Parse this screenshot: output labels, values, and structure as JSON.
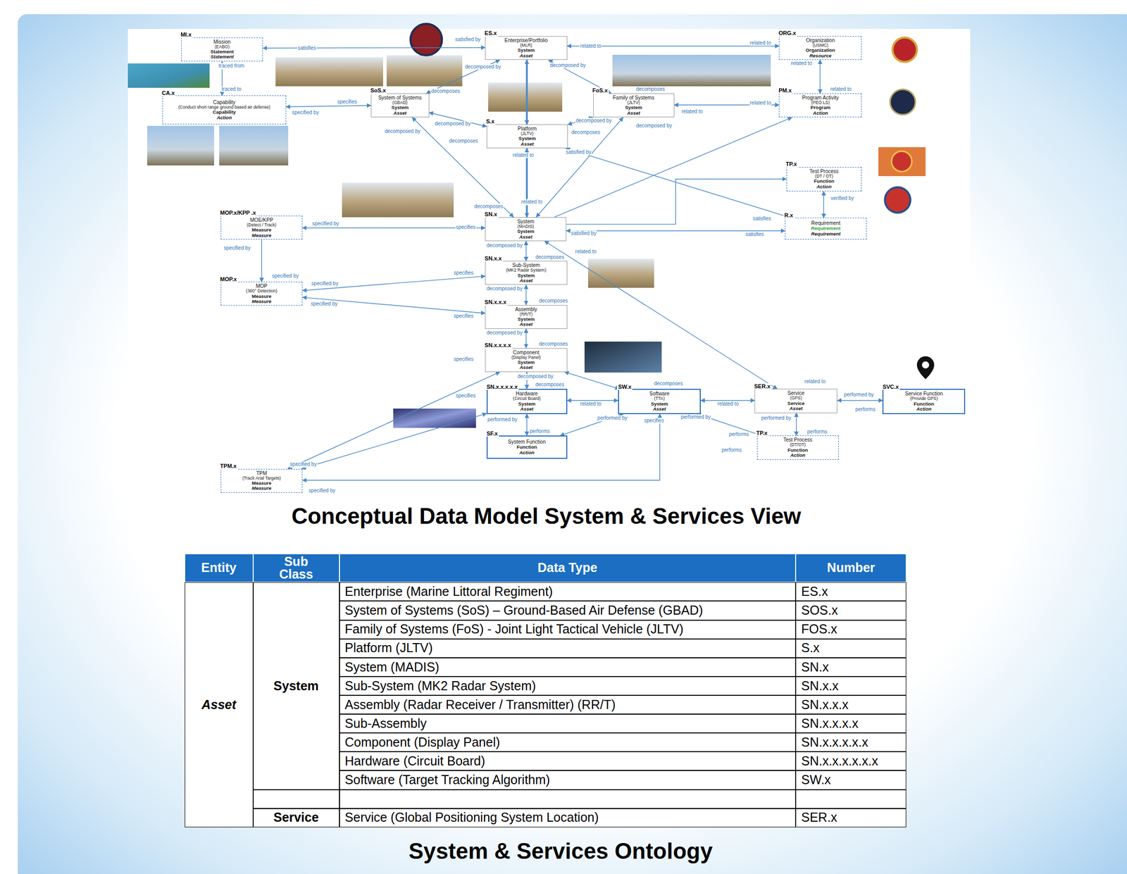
{
  "diagram": {
    "title": "Conceptual Data Model System & Services View",
    "caption": "System & Services Ontology",
    "nodes": [
      {
        "text": [
          "MI.x",
          "Mission",
          "(EABO)",
          "Statement",
          "Statement"
        ]
      },
      {
        "text": [
          "ES.x",
          "Enterprise/Portfolio",
          "(MLR)",
          "System",
          "Asset"
        ]
      },
      {
        "text": [
          "ORG.x",
          "Organization",
          "(USMC)",
          "Organization",
          "Resource"
        ]
      },
      {
        "text": [
          "CA.x",
          "Capability",
          "(Conduct short range ground based air defense)",
          "Capability",
          "Action"
        ]
      },
      {
        "text": [
          "SoS.x",
          "System of Systems",
          "(GBAD)",
          "System",
          "Asset"
        ]
      },
      {
        "text": [
          "FoS.x",
          "Family of Systems",
          "(JLTV)",
          "System",
          "Asset"
        ]
      },
      {
        "text": [
          "PM.x",
          "Program Activity",
          "(PEO LS)",
          "Program",
          "Action"
        ]
      },
      {
        "text": [
          "S.x",
          "Platform",
          "(JLTV)",
          "System",
          "Asset"
        ]
      },
      {
        "text": [
          "TP.x",
          "Test Process",
          "(DT / OT)",
          "Function",
          "Action"
        ]
      },
      {
        "text": [
          "MOP.x/KPP .x",
          "MOE/KPP",
          "(Detect / Track)",
          "Measure",
          "Measure"
        ]
      },
      {
        "text": [
          "SN.x",
          "System",
          "(MADIS)",
          "System",
          "Asset"
        ]
      },
      {
        "text": [
          "R.x",
          "Requirement",
          "Requirement",
          "Requirement"
        ]
      },
      {
        "text": [
          "SN.x.x",
          "Sub-System",
          "(MK2 Radar System)",
          "System",
          "Asset"
        ]
      },
      {
        "text": [
          "MOP.x",
          "MOP",
          "(360° Detection)",
          "Measure",
          "Measure"
        ]
      },
      {
        "text": [
          "SN.x.x.x",
          "Assembly",
          "(RR/T)",
          "System",
          "Asset"
        ]
      },
      {
        "text": [
          "SN.x.x.x.x",
          "Component",
          "(Display Panel)",
          "System",
          "Asset"
        ]
      },
      {
        "text": [
          "SN.x.x.x.x.x",
          "Hardware",
          "(Circuit Board)",
          "System",
          "Asset"
        ]
      },
      {
        "text": [
          "SW.x",
          "Software",
          "(TTA)",
          "System",
          "Asset"
        ]
      },
      {
        "text": [
          "SER.x",
          "Service",
          "(GPS)",
          "Service",
          "Asset"
        ]
      },
      {
        "text": [
          "SVC.x",
          "Service Function",
          "(Provide GPS)",
          "Function",
          "Action"
        ]
      },
      {
        "text": [
          "SF.x",
          "System Function",
          "Function",
          "Action"
        ]
      },
      {
        "text": [
          "TP.x",
          "Test Process",
          "(DT/OT)",
          "Function",
          "Action"
        ]
      },
      {
        "text": [
          "TPM.x",
          "TPM",
          "(Track Arial Targets)",
          "Measure",
          "Measure"
        ]
      }
    ],
    "edges": [
      {
        "from": 1,
        "to": 0,
        "arrow": "both",
        "label": "satisfies"
      },
      {
        "from": 1,
        "to": 2,
        "arrow": "both",
        "label": "related to"
      },
      {
        "from": 0,
        "to": 3,
        "arrow": "both",
        "label": "traced from"
      },
      {
        "from": 4,
        "to": 3,
        "arrow": "both",
        "label": "specifies"
      },
      {
        "from": 1,
        "to": 4,
        "arrow": "both",
        "label": "decomposed by"
      },
      {
        "from": 1,
        "to": 5,
        "arrow": "both",
        "label": "decomposed by"
      },
      {
        "from": 1,
        "to": 7,
        "arrow": "both"
      },
      {
        "from": 2,
        "to": 6,
        "arrow": "both",
        "label": "related to"
      },
      {
        "from": 5,
        "to": 6,
        "arrow": "both",
        "label": "related to"
      },
      {
        "from": 4,
        "to": 7,
        "arrow": "both",
        "label": "decomposed by"
      },
      {
        "from": 5,
        "to": 7,
        "arrow": "both",
        "label": "decomposed by"
      },
      {
        "from": 7,
        "to": 10,
        "arrow": "both",
        "label": "related to"
      },
      {
        "from": 4,
        "to": 10,
        "arrow": "both",
        "label": "decomposes"
      },
      {
        "from": 5,
        "to": 10,
        "arrow": "both",
        "label": "decomposed by"
      },
      {
        "from": 10,
        "to": 6,
        "arrow": "to"
      },
      {
        "from": 10,
        "to": 8,
        "arrow": "to"
      },
      {
        "from": 8,
        "to": 11,
        "arrow": "both",
        "label": "verified by"
      },
      {
        "from": 10,
        "to": 11,
        "arrow": "both",
        "label": "satisfied by"
      },
      {
        "from": 7,
        "to": 11,
        "arrow": "both",
        "label": "satisfied by"
      },
      {
        "from": 10,
        "to": 9,
        "arrow": "both",
        "label": "specifies"
      },
      {
        "from": 9,
        "to": 13,
        "arrow": "to",
        "label": "specified by"
      },
      {
        "from": 10,
        "to": 12,
        "arrow": "both",
        "label": "decomposed by"
      },
      {
        "from": 12,
        "to": 13,
        "arrow": "both",
        "label": "specifies"
      },
      {
        "from": 12,
        "to": 14,
        "arrow": "both",
        "label": "decomposed by"
      },
      {
        "from": 14,
        "to": 13,
        "arrow": "both",
        "label": "specifies"
      },
      {
        "from": 14,
        "to": 15,
        "arrow": "both",
        "label": "decomposed by"
      },
      {
        "from": 15,
        "to": 16,
        "arrow": "both",
        "label": "decomposed by"
      },
      {
        "from": 15,
        "to": 17,
        "arrow": "both",
        "label": "decomposes"
      },
      {
        "from": 16,
        "to": 17,
        "arrow": "both",
        "label": "related to"
      },
      {
        "from": 17,
        "to": 18,
        "arrow": "both",
        "label": "related to"
      },
      {
        "from": 18,
        "to": 19,
        "arrow": "both",
        "label": "performed by"
      },
      {
        "from": 18,
        "to": 10,
        "arrow": "both",
        "label": "related to"
      },
      {
        "from": 16,
        "to": 20,
        "arrow": "both",
        "label": "performed by"
      },
      {
        "from": 17,
        "to": 20,
        "arrow": "both",
        "label": "performed by"
      },
      {
        "from": 17,
        "to": 21,
        "arrow": "both",
        "label": "performed by"
      },
      {
        "from": 18,
        "to": 21,
        "arrow": "both",
        "label": "performed by"
      },
      {
        "from": 22,
        "to": 16,
        "arrow": "both",
        "label": "specifies"
      },
      {
        "from": 22,
        "to": 15,
        "arrow": "both",
        "label": "specifies"
      },
      {
        "from": 22,
        "to": 17,
        "arrow": "both",
        "label": "specified by"
      }
    ],
    "labels": [
      "satisfied by",
      "related to",
      "traced to",
      "specified by",
      "decomposes",
      "decomposes",
      "related to",
      "related to",
      "decomposes",
      "decomposes",
      "related to",
      "decomposed by",
      "satisfies",
      "satisfies",
      "specified by",
      "specified by",
      "decomposes",
      "specified by",
      "decomposes",
      "specified by",
      "decomposes",
      "decomposes",
      "performs",
      "related to",
      "performs",
      "performs",
      "performs",
      "specifies",
      "specified by",
      "performs",
      "Entity",
      "Sub Class",
      "Data Type",
      "Number",
      "Asset",
      "System",
      "Enterprise (Marine Littoral Regiment)",
      "ES.x",
      "System of Systems (SoS) – Ground-Based Air Defense (GBAD)",
      "SOS.x",
      "Family of Systems (FoS) - Joint Light Tactical Vehicle (JLTV)",
      "FOS.x",
      "Platform (JLTV)",
      "S.x",
      "System (MADIS)",
      "SN.x",
      "Sub-System (MK2 Radar System)",
      "SN.x.x",
      "Assembly (Radar Receiver / Transmitter) (RR/T)",
      "SN.x.x.x",
      "Sub-Assembly",
      "SN.x.x.x.x",
      "Component (Display Panel)",
      "SN.x.x.x.x.x",
      "Hardware (Circuit Board)",
      "SN.x.x.x.x.x.x",
      "Software (Target Tracking Algorithm)",
      "SW.x",
      "Service",
      "Service (Global Positioning System Location)",
      "SER.x"
    ]
  }
}
